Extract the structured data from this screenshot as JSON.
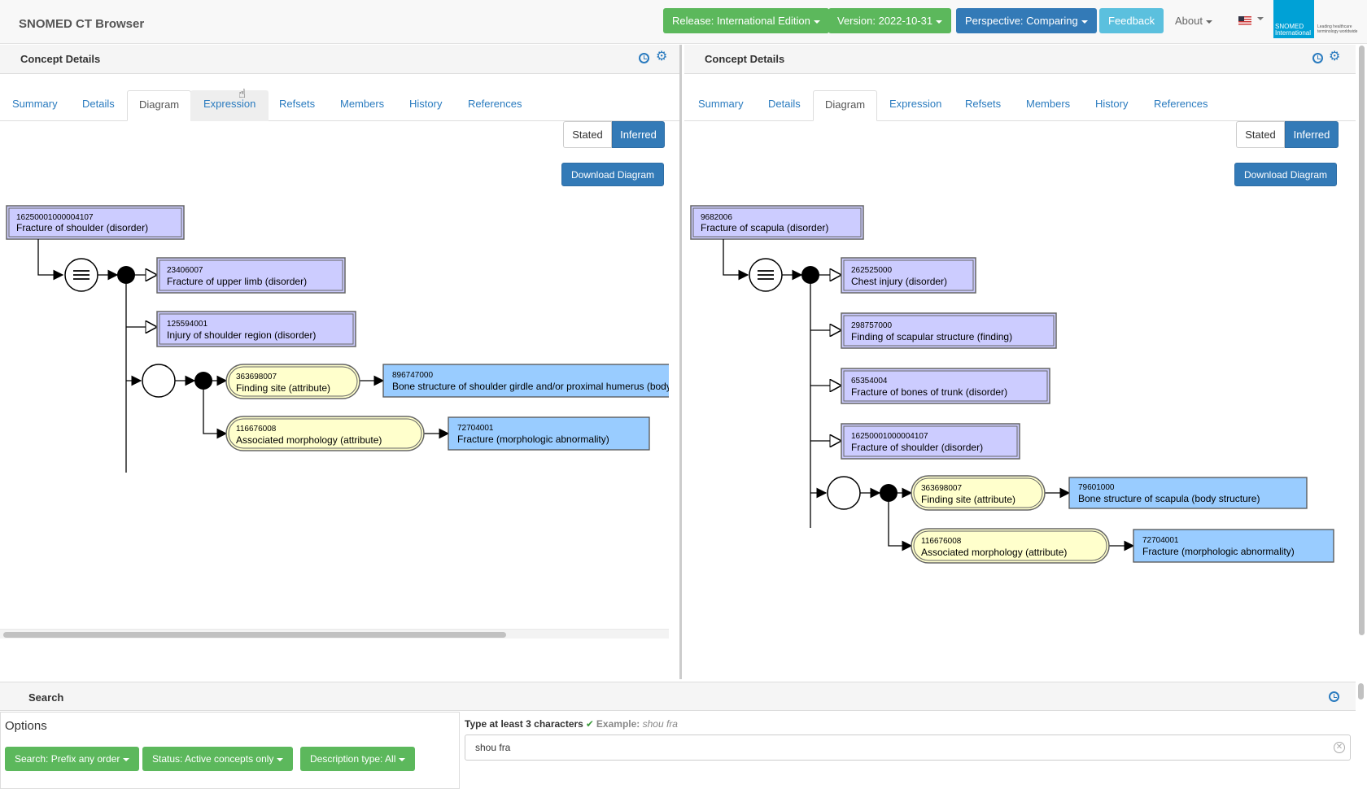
{
  "navbar": {
    "brand": "SNOMED CT Browser",
    "release": "Release: International Edition",
    "version": "Version: 2022-10-31",
    "perspective": "Perspective: Comparing",
    "feedback": "Feedback",
    "about": "About",
    "logo_text": "SNOMED International",
    "logo_tagline": "Leading healthcare terminology worldwide",
    "colors": {
      "release": "#5cb85c",
      "version": "#5cb85c",
      "perspective": "#337ab7",
      "feedback": "#5bc0de"
    }
  },
  "left": {
    "title": "Concept Details",
    "tabs": [
      "Summary",
      "Details",
      "Diagram",
      "Expression",
      "Refsets",
      "Members",
      "History",
      "References"
    ],
    "stated": "Stated",
    "inferred": "Inferred",
    "download": "Download Diagram",
    "focus": {
      "id": "16250001000004107",
      "term": "Fracture of shoulder (disorder)"
    },
    "parents": [
      {
        "id": "23406007",
        "term": "Fracture of upper limb (disorder)"
      },
      {
        "id": "125594001",
        "term": "Injury of shoulder region (disorder)"
      }
    ],
    "attributes": [
      {
        "attr_id": "363698007",
        "attr": "Finding site (attribute)",
        "val_id": "896747000",
        "val": "Bone structure of shoulder girdle and/or proximal humerus (body structure)"
      },
      {
        "attr_id": "116676008",
        "attr": "Associated morphology (attribute)",
        "val_id": "72704001",
        "val": "Fracture (morphologic abnormality)"
      }
    ]
  },
  "right": {
    "title": "Concept Details",
    "tabs": [
      "Summary",
      "Details",
      "Diagram",
      "Expression",
      "Refsets",
      "Members",
      "History",
      "References"
    ],
    "stated": "Stated",
    "inferred": "Inferred",
    "download": "Download Diagram",
    "focus": {
      "id": "9682006",
      "term": "Fracture of scapula (disorder)"
    },
    "parents": [
      {
        "id": "262525000",
        "term": "Chest injury (disorder)"
      },
      {
        "id": "298757000",
        "term": "Finding of scapular structure (finding)"
      },
      {
        "id": "65354004",
        "term": "Fracture of bones of trunk (disorder)"
      },
      {
        "id": "16250001000004107",
        "term": "Fracture of shoulder (disorder)"
      }
    ],
    "attributes": [
      {
        "attr_id": "363698007",
        "attr": "Finding site (attribute)",
        "val_id": "79601000",
        "val": "Bone structure of scapula (body structure)"
      },
      {
        "attr_id": "116676008",
        "attr": "Associated morphology (attribute)",
        "val_id": "72704001",
        "val": "Fracture (morphologic abnormality)"
      }
    ]
  },
  "search": {
    "title": "Search",
    "options_title": "Options",
    "btn_mode": "Search: Prefix any order",
    "btn_status": "Status: Active concepts only",
    "btn_desc": "Description type: All",
    "hint": "Type at least 3 characters",
    "example_label": "Example:",
    "example_value": "shou fra",
    "input_value": "shou fra"
  }
}
